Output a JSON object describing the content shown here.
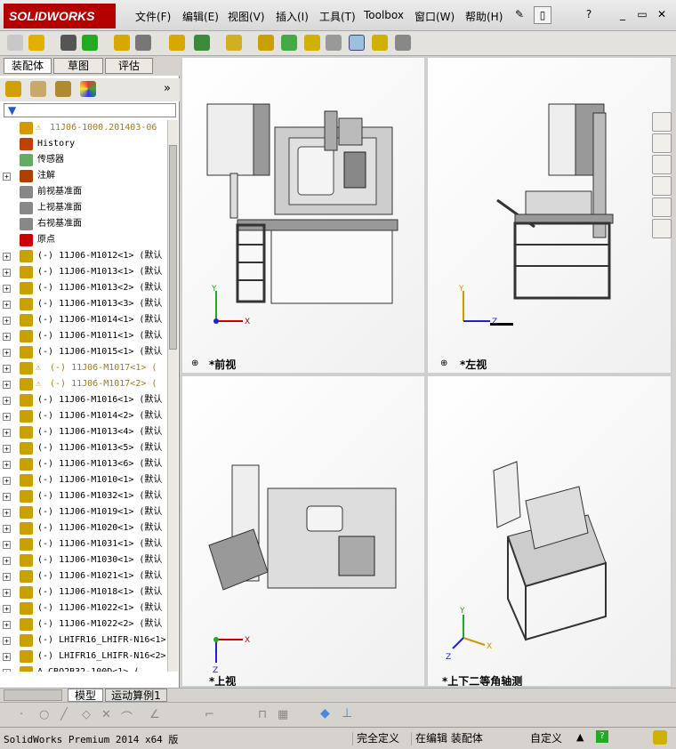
{
  "app": {
    "logo": "SOLIDWORKS"
  },
  "menu": [
    "文件(F)",
    "编辑(E)",
    "视图(V)",
    "插入(I)",
    "工具(T)",
    "Toolbox",
    "窗口(W)",
    "帮助(H)"
  ],
  "feature_tabs": [
    "装配体",
    "草图",
    "评估"
  ],
  "tree": [
    {
      "t": "11J06-1000.201403-06",
      "w": true,
      "pm": "",
      "c": "#d09a00"
    },
    {
      "t": "History",
      "pm": "",
      "c": "#c04000"
    },
    {
      "t": "传感器",
      "pm": "",
      "c": "#6a6"
    },
    {
      "t": "注解",
      "pm": "+",
      "c": "#b04000"
    },
    {
      "t": "前视基准面",
      "pm": "",
      "c": "#888"
    },
    {
      "t": "上视基准面",
      "pm": "",
      "c": "#888"
    },
    {
      "t": "右视基准面",
      "pm": "",
      "c": "#888"
    },
    {
      "t": "原点",
      "pm": "",
      "c": "#c00"
    },
    {
      "t": "(-) 11J06-M1012<1> (默认",
      "pm": "+",
      "c": "#c8a000"
    },
    {
      "t": "(-) 11J06-M1013<1> (默认",
      "pm": "+",
      "c": "#c8a000"
    },
    {
      "t": "(-) 11J06-M1013<2> (默认",
      "pm": "+",
      "c": "#c8a000"
    },
    {
      "t": "(-) 11J06-M1013<3> (默认",
      "pm": "+",
      "c": "#c8a000"
    },
    {
      "t": "(-) 11J06-M1014<1> (默认",
      "pm": "+",
      "c": "#c8a000"
    },
    {
      "t": "(-) 11J06-M1011<1> (默认",
      "pm": "+",
      "c": "#c8a000"
    },
    {
      "t": "(-) 11J06-M1015<1> (默认",
      "pm": "+",
      "c": "#c8a000"
    },
    {
      "t": "(-) 11J06-M1017<1> (",
      "w": true,
      "pm": "+",
      "c": "#c8a000"
    },
    {
      "t": "(-) 11J06-M1017<2> (",
      "w": true,
      "pm": "+",
      "c": "#c8a000"
    },
    {
      "t": "(-) 11J06-M1016<1> (默认",
      "pm": "+",
      "c": "#c8a000"
    },
    {
      "t": "(-) 11J06-M1014<2> (默认",
      "pm": "+",
      "c": "#c8a000"
    },
    {
      "t": "(-) 11J06-M1013<4> (默认",
      "pm": "+",
      "c": "#c8a000"
    },
    {
      "t": "(-) 11J06-M1013<5> (默认",
      "pm": "+",
      "c": "#c8a000"
    },
    {
      "t": "(-) 11J06-M1013<6> (默认",
      "pm": "+",
      "c": "#c8a000"
    },
    {
      "t": "(-) 11J06-M1010<1> (默认",
      "pm": "+",
      "c": "#c8a000"
    },
    {
      "t": "(-) 11J06-M1032<1> (默认",
      "pm": "+",
      "c": "#c8a000"
    },
    {
      "t": "(-) 11J06-M1019<1> (默认",
      "pm": "+",
      "c": "#c8a000"
    },
    {
      "t": "(-) 11J06-M1020<1> (默认",
      "pm": "+",
      "c": "#c8a000"
    },
    {
      "t": "(-) 11J06-M1031<1> (默认",
      "pm": "+",
      "c": "#c8a000"
    },
    {
      "t": "(-) 11J06-M1030<1> (默认",
      "pm": "+",
      "c": "#c8a000"
    },
    {
      "t": "(-) 11J06-M1021<1> (默认",
      "pm": "+",
      "c": "#c8a000"
    },
    {
      "t": "(-) 11J06-M1018<1> (默认",
      "pm": "+",
      "c": "#c8a000"
    },
    {
      "t": "(-) 11J06-M1022<1> (默认",
      "pm": "+",
      "c": "#c8a000"
    },
    {
      "t": "(-) 11J06-M1022<2> (默认",
      "pm": "+",
      "c": "#c8a000"
    },
    {
      "t": "(-) LHIFR16_LHIFR-N16<1>",
      "pm": "+",
      "c": "#c8a000"
    },
    {
      "t": "(-) LHIFR16_LHIFR-N16<2>",
      "pm": "+",
      "c": "#c8a000"
    },
    {
      "t": "A_CBQ2B32-100D<1> (",
      "pm": "+",
      "c": "#c8a000"
    }
  ],
  "views": {
    "front": "*前视",
    "left": "*左视",
    "top": "*上视",
    "iso": "*上下二等角轴测"
  },
  "bottom_tabs": [
    "模型",
    "运动算例1"
  ],
  "status": {
    "app": "SolidWorks Premium 2014 x64 版",
    "defined": "完全定义",
    "editing": "在编辑 装配体",
    "custom": "自定义"
  },
  "axes": {
    "x": "X",
    "y": "Y",
    "z": "Z"
  }
}
